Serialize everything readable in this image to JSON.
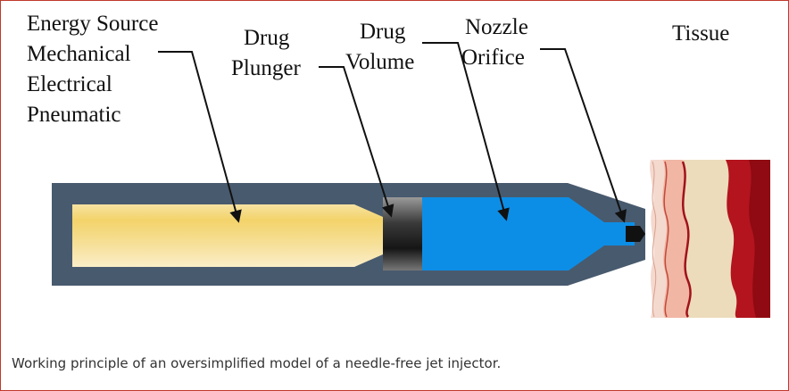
{
  "labels": {
    "energy_source": [
      "Energy Source",
      "Mechanical",
      "Electrical",
      "Pneumatic"
    ],
    "drug_plunger": [
      "Drug",
      "Plunger"
    ],
    "drug_volume": [
      "Drug",
      "Volume"
    ],
    "nozzle_orifice": [
      "Nozzle",
      "Orifice"
    ],
    "tissue": "Tissue"
  },
  "caption": "Working principle of an oversimplified model of a needle-free jet injector.",
  "colors": {
    "casing": "#485a6e",
    "energy_fill": "#f1cf60",
    "plunger": "#2b2b2b",
    "drug": "#0d8ee6",
    "tissue_outer": "#a30d16",
    "tissue_mid": "#efe3c6",
    "tissue_inner": "#f2b9a8",
    "frame_border": "#c0392b"
  }
}
